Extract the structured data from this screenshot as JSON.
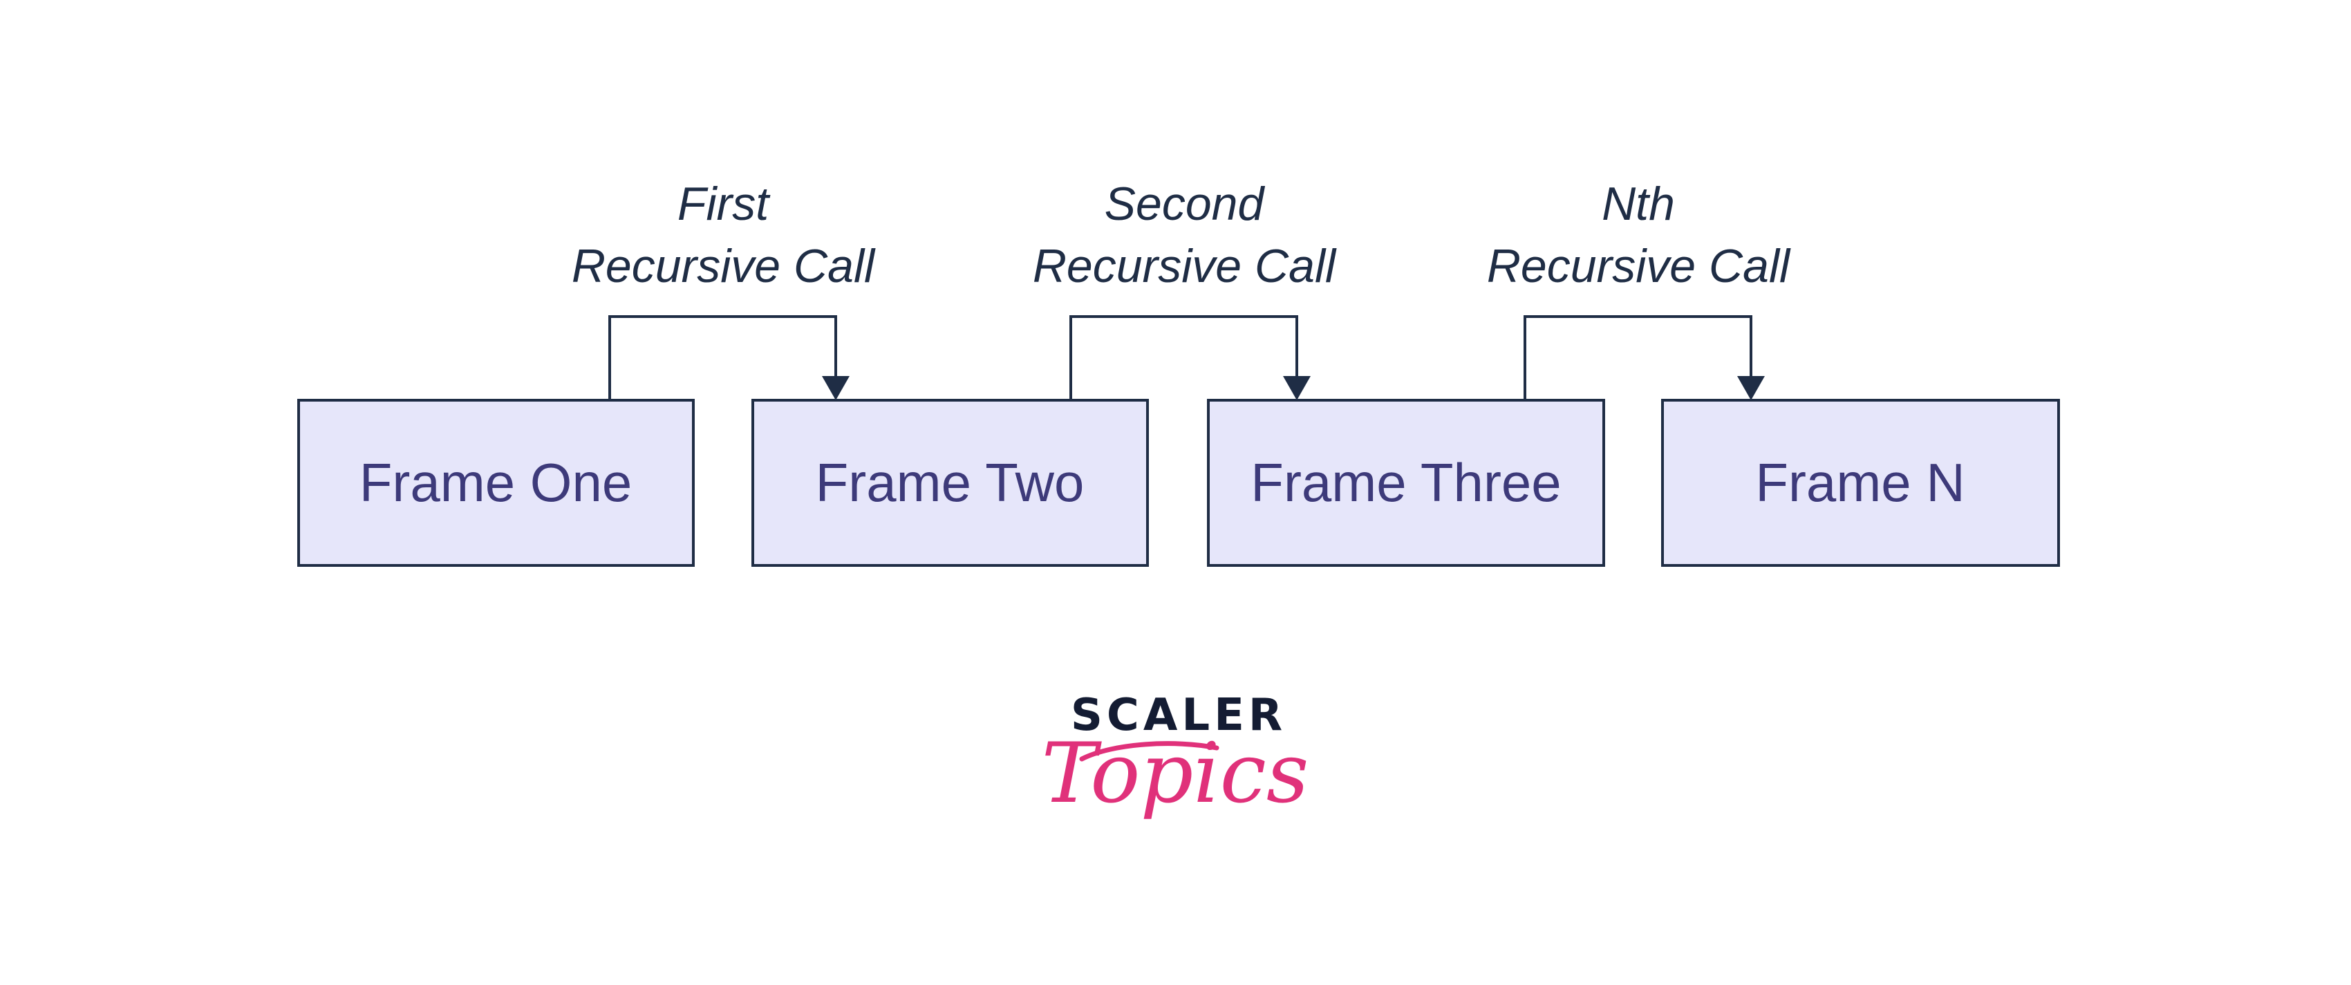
{
  "frames": [
    {
      "label": "Frame One"
    },
    {
      "label": "Frame Two"
    },
    {
      "label": "Frame Three"
    },
    {
      "label": "Frame N"
    }
  ],
  "calls": [
    {
      "line1": "First",
      "line2": "Recursive Call"
    },
    {
      "line1": "Second",
      "line2": "Recursive Call"
    },
    {
      "line1": "Nth",
      "line2": "Recursive Call"
    }
  ],
  "logo": {
    "top": "SCALER",
    "bottom": "Topics"
  },
  "colors": {
    "frame_fill": "#e6e6fa",
    "frame_stroke": "#1f2d45",
    "frame_text": "#3d3a7a",
    "label_text": "#1f2d45",
    "logo_dark": "#141c33",
    "logo_pink": "#e0317a"
  }
}
